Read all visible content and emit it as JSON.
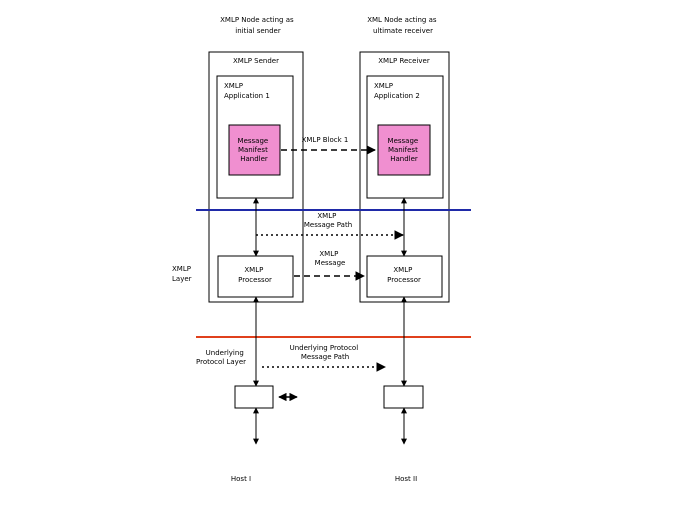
{
  "colors": {
    "handler_fill": "#f08fd0",
    "xmlp_layer_line": "#1f2aa8",
    "protocol_layer_line": "#e0401c",
    "stroke": "#000000"
  },
  "labels": {
    "sender_node": [
      "XMLP Node acting as",
      "initial sender"
    ],
    "receiver_node": [
      "XML Node acting as",
      "ultimate receiver"
    ],
    "sender_box": "XMLP Sender",
    "receiver_box": "XMLP Receiver",
    "app1": [
      "XMLP",
      "Application 1"
    ],
    "app2": [
      "XMLP",
      "Application 2"
    ],
    "handler1": [
      "Message",
      "Manifest",
      "Handler"
    ],
    "handler2": [
      "Message",
      "Manifest",
      "Handler"
    ],
    "block": "XMLP Block 1",
    "message_path": [
      "XMLP",
      "Message Path"
    ],
    "message": [
      "XMLP",
      "Message"
    ],
    "processor1": [
      "XMLP",
      "Processor"
    ],
    "processor2": [
      "XMLP",
      "Processor"
    ],
    "xmlp_layer": [
      "XMLP",
      "Layer"
    ],
    "protocol_layer": [
      "Underlying",
      "Protocol Layer"
    ],
    "protocol_path": [
      "Underlying Protocol",
      "Message Path"
    ],
    "host1": "Host I",
    "host2": "Host II"
  }
}
